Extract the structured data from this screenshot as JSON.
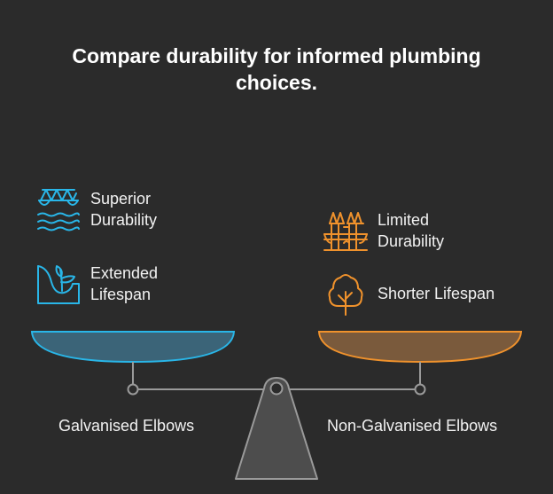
{
  "title": "Compare durability for informed plumbing choices.",
  "left": {
    "name": "Galvanised Elbows",
    "color": "#29b6e8",
    "pan_fill": "#3b6478",
    "items": [
      {
        "label": "Superior\nDurability",
        "icon": "bridge-icon"
      },
      {
        "label": "Extended\nLifespan",
        "icon": "plant-growth-icon"
      }
    ]
  },
  "right": {
    "name": "Non-Galvanised Elbows",
    "color": "#f0922c",
    "pan_fill": "#7a5a3c",
    "items": [
      {
        "label": "Limited\nDurability",
        "icon": "tower-bridge-icon"
      },
      {
        "label": "Shorter Lifespan",
        "icon": "tree-icon"
      }
    ]
  }
}
